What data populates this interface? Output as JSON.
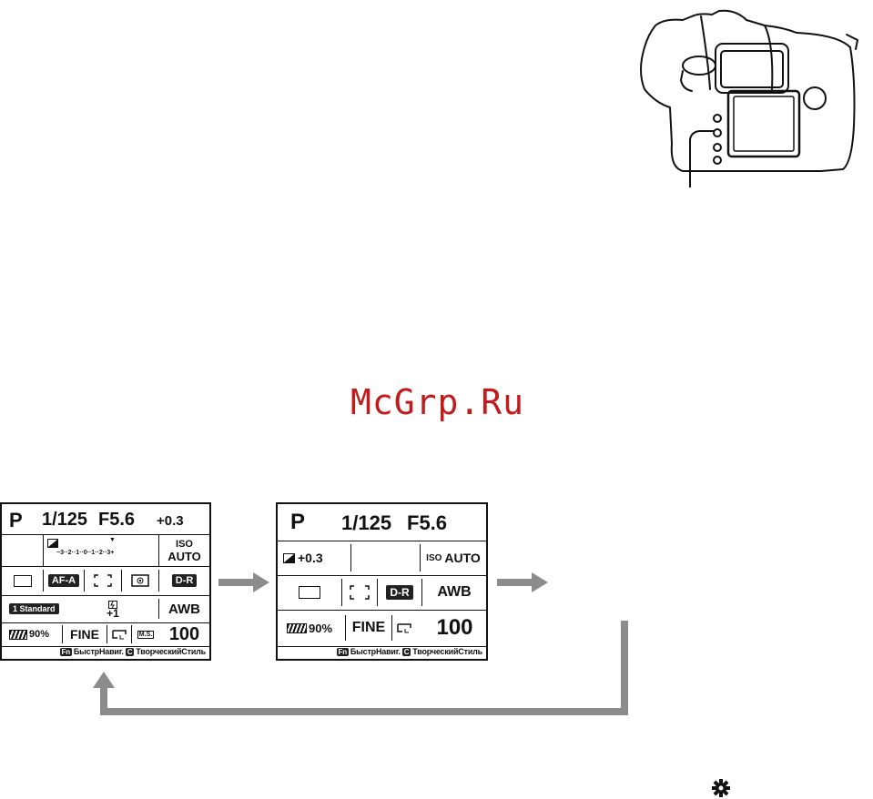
{
  "watermark": "McGrp.Ru",
  "screen1": {
    "mode": "P",
    "shutter": "1/125",
    "aperture": "F5.6",
    "exposure": "+0.3",
    "scale": "−3··2··1··0··1··2··3+",
    "iso_label": "ISO",
    "iso_value": "AUTO",
    "af_mode": "AF-A",
    "dr": "D-R",
    "style": "1 Standard",
    "flash_comp": "+1",
    "wb": "AWB",
    "battery": "90%",
    "quality": "FINE",
    "ms": "M.S.",
    "shots": "100",
    "fn_key": "Fn",
    "fn_label": "БыстрНавиг.",
    "c_key": "C",
    "c_label": "ТворческийСтиль"
  },
  "screen2": {
    "mode": "P",
    "shutter": "1/125",
    "aperture": "F5.6",
    "exposure": "+0.3",
    "iso_label": "ISO",
    "iso_value": "AUTO",
    "dr": "D-R",
    "wb": "AWB",
    "battery": "90%",
    "quality": "FINE",
    "shots": "100",
    "fn_key": "Fn",
    "fn_label": "БыстрНавиг.",
    "c_key": "C",
    "c_label": "ТворческийСтиль"
  },
  "colors": {
    "arrow": "#8c8c8c",
    "watermark": "#c31a1a"
  },
  "icons": [
    "camera-back-illustration",
    "gear-icon",
    "right-arrow-icon",
    "loop-arrow-icon"
  ]
}
